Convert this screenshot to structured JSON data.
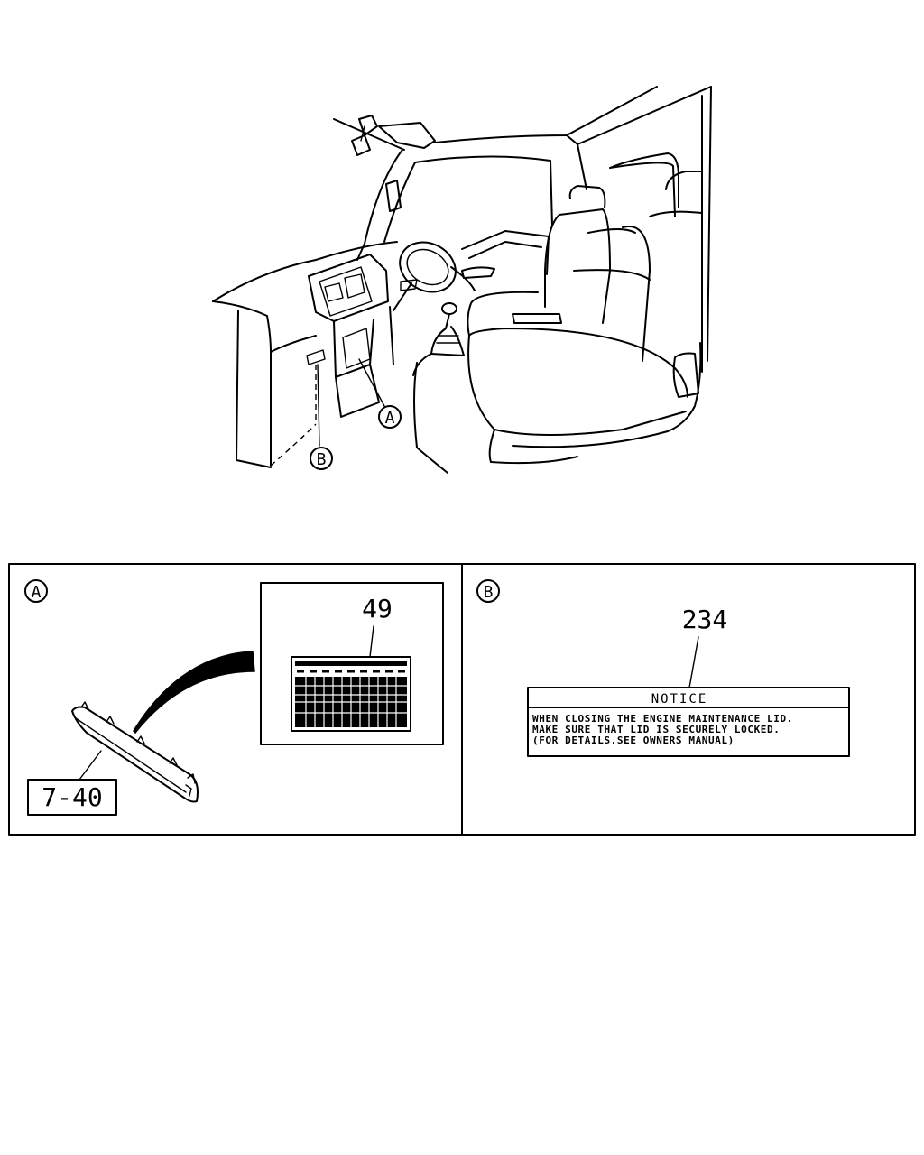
{
  "callouts": {
    "a": "A",
    "b": "B"
  },
  "panel_a": {
    "marker": "A",
    "part_label": "49",
    "ref_label": "7-40"
  },
  "panel_b": {
    "marker": "B",
    "part_label": "234",
    "notice_title": "NOTICE",
    "notice_line1": "WHEN CLOSING THE ENGINE MAINTENANCE LID.",
    "notice_line2": "MAKE SURE THAT LID IS SECURELY LOCKED.",
    "notice_line3": "(FOR DETAILS.SEE OWNERS MANUAL)"
  }
}
